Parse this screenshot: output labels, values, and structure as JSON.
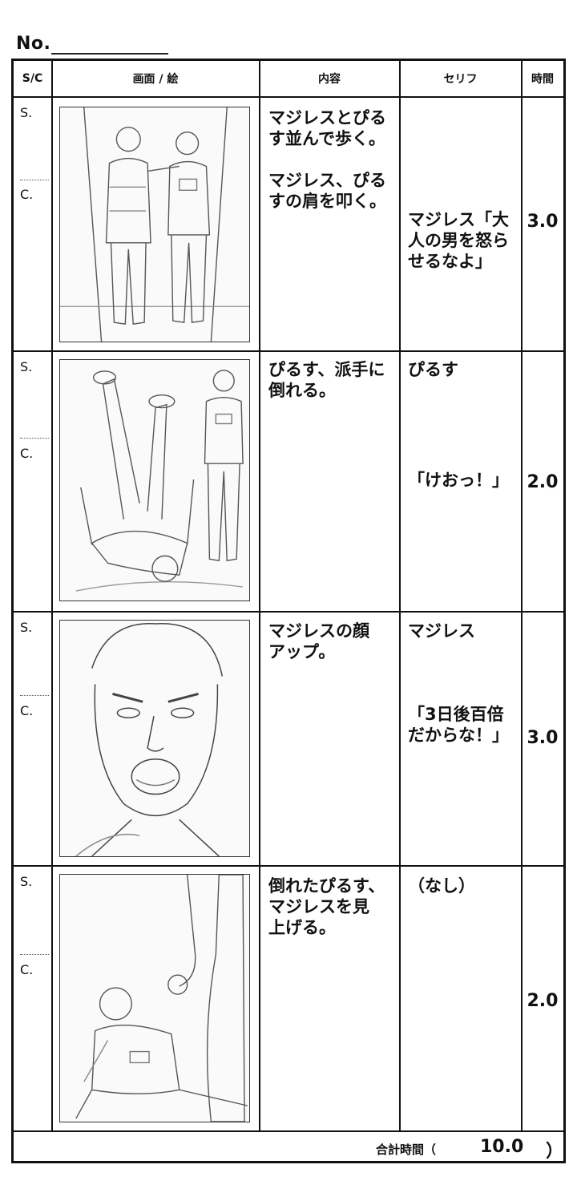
{
  "sheet": {
    "no_label": "No."
  },
  "headers": {
    "sc": "S/C",
    "picture": "画面 / 絵",
    "content": "内容",
    "dialogue": "セリフ",
    "time": "時間"
  },
  "sc_labels": {
    "s": "S.",
    "c": "C."
  },
  "rows": [
    {
      "content": "マジレスとぴる\nす並んで歩く。\n\nマジレス、ぴる\nすの肩を叩く。",
      "dialogue": "マジレス「大\n人の男を怒ら\nせるなよ」",
      "time": "3.0",
      "picture_icon": "two-men-walking-sketch"
    },
    {
      "content": "ぴるす、派手に\n倒れる。",
      "dialogue_name": "ぴるす",
      "dialogue": "「けおっ！」",
      "time": "2.0",
      "picture_icon": "man-falling-sketch"
    },
    {
      "content": "マジレスの顔\nアップ。",
      "dialogue_name": "マジレス",
      "dialogue": "「3日後百倍\nだからな！」",
      "time": "3.0",
      "picture_icon": "shouting-face-sketch"
    },
    {
      "content": "倒れたぴるす、\nマジレスを見\n上げる。",
      "dialogue": "（なし）",
      "time": "2.0",
      "picture_icon": "man-looking-up-sketch"
    }
  ],
  "total": {
    "label": "合計時間（",
    "value": "10.0",
    "close": "）"
  }
}
